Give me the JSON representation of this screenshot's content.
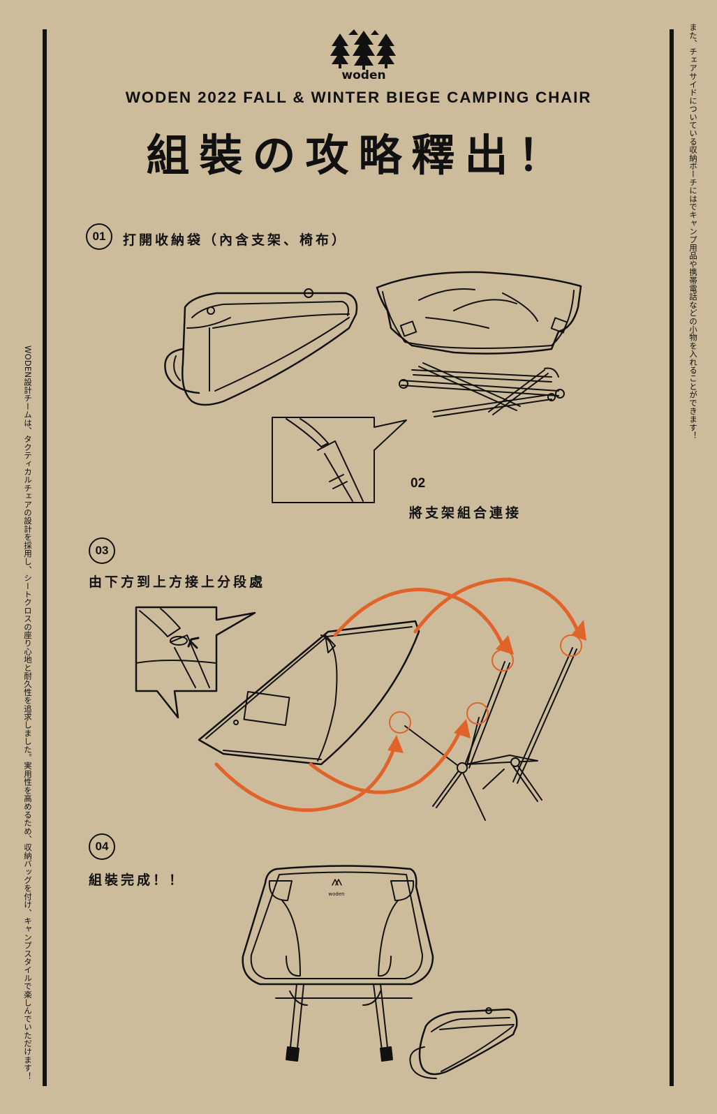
{
  "brand": {
    "logo_text": "woden",
    "title": "WODEN 2022 FALL & WINTER BIEGE CAMPING CHAIR"
  },
  "main_title": "組裝の攻略釋出！",
  "side_text": {
    "left": "WODEN設計チームは、タクティカルチェアの設計を採用し、シートクロスの座り心地と耐久性を追求しました。実用性を高めるため、収納バッグを付け、キャンプスタイルで楽しんでいただけます！",
    "right": "また、チェアサイドについている収納ポーチにはでキャンプ用品や携帯電話などの小物を入れることができます！"
  },
  "steps": [
    {
      "number": "01",
      "text": "打開收納袋（內含支架、椅布）"
    },
    {
      "number": "02",
      "text": "將支架組合連接"
    },
    {
      "number": "03",
      "text": "由下方到上方接上分段處"
    },
    {
      "number": "04",
      "text": "組裝完成！！"
    }
  ],
  "colors": {
    "background": "#cdbc9c",
    "line": "#111111",
    "accent_arrow": "#e0642a"
  },
  "icons": [
    "logo-trees-icon",
    "storage-bag-icon",
    "chair-fabric-icon",
    "frame-poles-icon",
    "pole-connection-detail-icon",
    "chair-seat-icon",
    "chair-frame-icon",
    "assembled-chair-icon"
  ]
}
